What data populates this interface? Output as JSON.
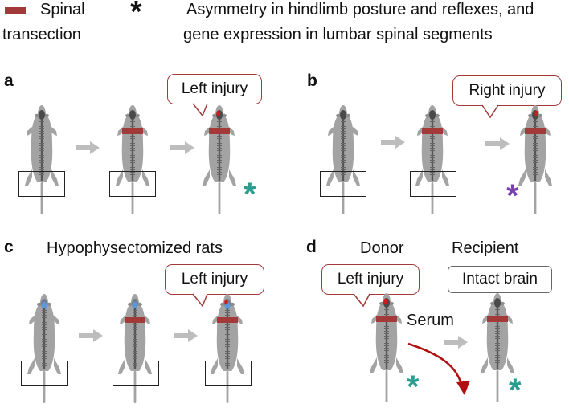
{
  "legend": {
    "swatch_color": "#a33a3a",
    "transection_line1": "Spinal",
    "transection_line2": "transection",
    "star_symbol": "*",
    "asymmetry_line1": "Asymmetry in hindlimb posture and reflexes, and",
    "asymmetry_line2": "gene expression in lumbar spinal segments"
  },
  "panels": {
    "a": {
      "label": "a",
      "callout": "Left injury"
    },
    "b": {
      "label": "b",
      "callout": "Right injury"
    },
    "c": {
      "label": "c",
      "heading": "Hypophysectomized rats",
      "callout": "Left injury"
    },
    "d": {
      "label": "d",
      "donor": "Donor",
      "recipient": "Recipient",
      "donor_callout": "Left injury",
      "recipient_callout": "Intact brain",
      "serum": "Serum"
    }
  },
  "colors": {
    "rat_body": "#a3a3a3",
    "lesion": "#a33a3a",
    "injury_dot": "#d11a1a",
    "pituitary_removed": "#5a9ee6",
    "arrow": "#bdbdbd",
    "serum_arrow": "#b01010",
    "star_teal": "#2a9d8f",
    "star_purple": "#7b3fb5"
  },
  "stars": {
    "teal": "*",
    "purple": "*"
  }
}
